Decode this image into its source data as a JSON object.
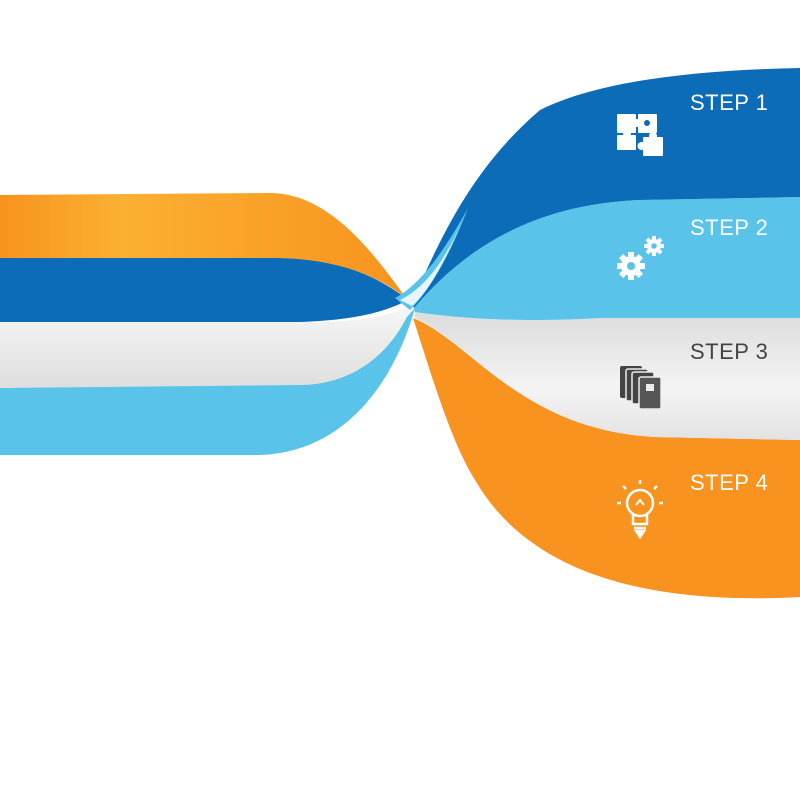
{
  "colors": {
    "blue": "#0d6cb8",
    "light_blue": "#59c3ea",
    "light_gray": "#ececec",
    "orange": "#f7931e",
    "orange_light": "#fbb033",
    "white": "#ffffff",
    "dark_gray": "#444444"
  },
  "steps": [
    {
      "label": "STEP 1",
      "icon": "puzzle-icon",
      "band_color": "#0d6cb8",
      "text_color": "#ffffff"
    },
    {
      "label": "STEP 2",
      "icon": "gears-icon",
      "band_color": "#59c3ea",
      "text_color": "#ffffff"
    },
    {
      "label": "STEP 3",
      "icon": "documents-icon",
      "band_color": "#ececec",
      "text_color": "#444444"
    },
    {
      "label": "STEP 4",
      "icon": "lightbulb-icon",
      "band_color": "#f7931e",
      "text_color": "#ffffff"
    }
  ]
}
